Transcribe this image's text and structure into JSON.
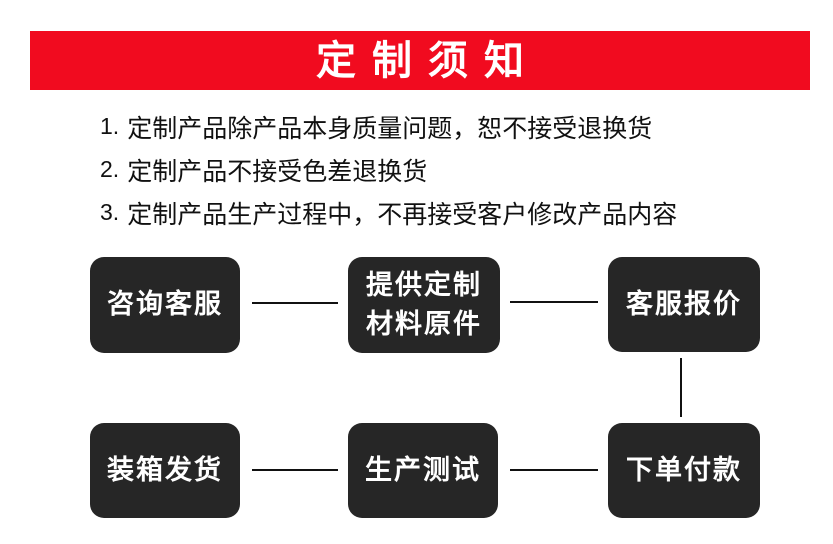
{
  "colors": {
    "page_bg": "#ffffff",
    "banner_bg": "#f10b1f",
    "banner_text": "#ffffff",
    "box_bg": "#262626",
    "box_text": "#ffffff",
    "line": "#111111",
    "notice_text": "#111111"
  },
  "banner": {
    "title": "定制须知"
  },
  "notices": [
    {
      "num": "1.",
      "text": "定制产品除产品本身质量问题，恕不接受退换货"
    },
    {
      "num": "2.",
      "text": "定制产品不接受色差退换货"
    },
    {
      "num": "3.",
      "text": "定制产品生产过程中，不再接受客户修改产品内容"
    }
  ],
  "flow": {
    "steps": [
      {
        "label": "咨询客服"
      },
      {
        "label": "提供定制\n材料原件"
      },
      {
        "label": "客服报价"
      },
      {
        "label": "下单付款"
      },
      {
        "label": "生产测试"
      },
      {
        "label": "装箱发货"
      }
    ]
  }
}
